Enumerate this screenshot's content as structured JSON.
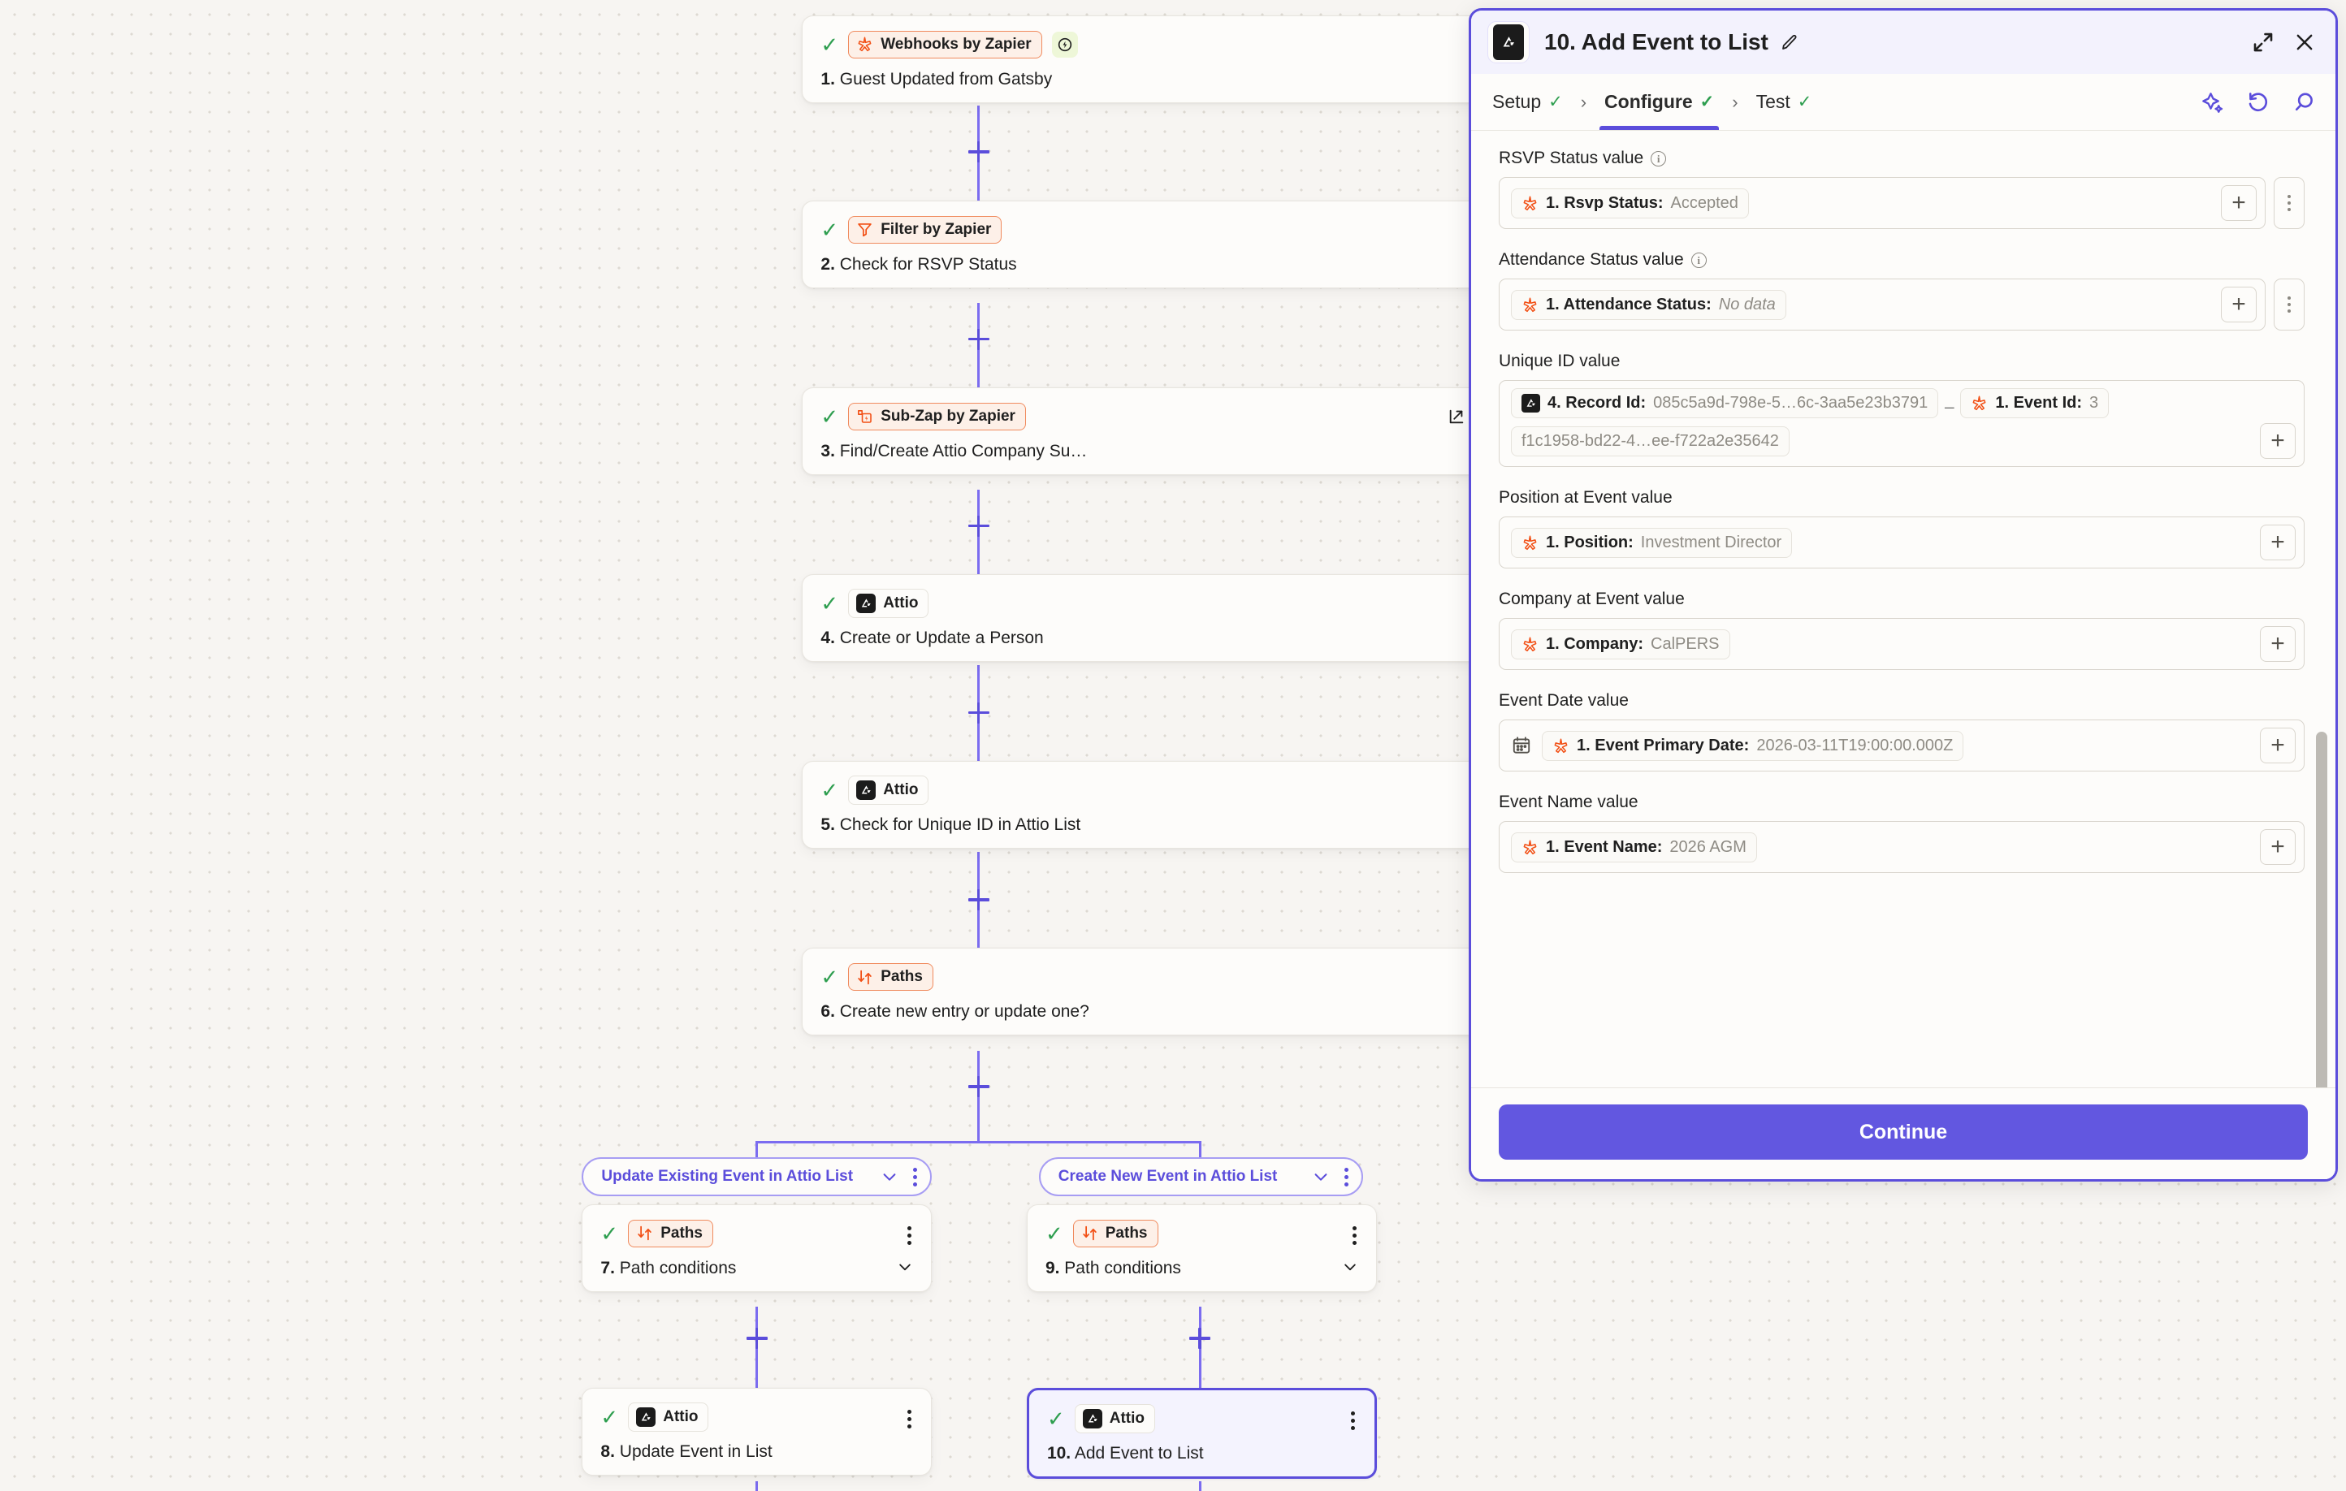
{
  "canvas": {
    "nodes": [
      {
        "id": "n1",
        "app": "Webhooks by Zapier",
        "app_kind": "zapier",
        "icon": "zapier-webhooks-icon",
        "step": "1.",
        "title": "Guest Updated from Gatsby",
        "trigger_badge": "bolt-icon",
        "has_chevron": false,
        "has_extlink": false,
        "selected": false
      },
      {
        "id": "n2",
        "app": "Filter by Zapier",
        "app_kind": "zapier",
        "icon": "filter-icon",
        "step": "2.",
        "title": "Check for RSVP Status",
        "has_chevron": true,
        "has_extlink": false,
        "selected": false
      },
      {
        "id": "n3",
        "app": "Sub-Zap by Zapier",
        "app_kind": "zapier",
        "icon": "subzap-icon",
        "step": "3.",
        "title": "Find/Create Attio Company Su…",
        "has_chevron": true,
        "has_extlink": true,
        "selected": false
      },
      {
        "id": "n4",
        "app": "Attio",
        "app_kind": "attio",
        "icon": "attio-icon",
        "step": "4.",
        "title": "Create or Update a Person",
        "has_chevron": false,
        "has_extlink": false,
        "selected": false
      },
      {
        "id": "n5",
        "app": "Attio",
        "app_kind": "attio",
        "icon": "attio-icon",
        "step": "5.",
        "title": "Check for Unique ID in Attio List",
        "has_chevron": false,
        "has_extlink": false,
        "selected": false
      },
      {
        "id": "n6",
        "app": "Paths",
        "app_kind": "zapier",
        "icon": "paths-icon",
        "step": "6.",
        "title": "Create new entry or update one?",
        "has_chevron": true,
        "has_extlink": false,
        "selected": false
      },
      {
        "id": "n7",
        "app": "Paths",
        "app_kind": "zapier",
        "icon": "paths-icon",
        "step": "7.",
        "title": "Path conditions",
        "has_chevron": true,
        "has_extlink": false,
        "selected": false
      },
      {
        "id": "n9",
        "app": "Paths",
        "app_kind": "zapier",
        "icon": "paths-icon",
        "step": "9.",
        "title": "Path conditions",
        "has_chevron": true,
        "has_extlink": false,
        "selected": false
      },
      {
        "id": "n8",
        "app": "Attio",
        "app_kind": "attio",
        "icon": "attio-icon",
        "step": "8.",
        "title": "Update Event in List",
        "has_chevron": false,
        "has_extlink": false,
        "selected": false
      },
      {
        "id": "n10",
        "app": "Attio",
        "app_kind": "attio",
        "icon": "attio-icon",
        "step": "10.",
        "title": "Add Event to List",
        "has_chevron": false,
        "has_extlink": false,
        "selected": true
      }
    ],
    "paths": [
      {
        "id": "pA",
        "label": "Update Existing Event in Attio List"
      },
      {
        "id": "pB",
        "label": "Create New Event in Attio List"
      }
    ]
  },
  "panel": {
    "logo_icon": "attio-icon",
    "title": "10. Add Event to List",
    "edit_icon": "pencil-icon",
    "expand_icon": "expand-icon",
    "close_icon": "close-icon",
    "tabs": [
      {
        "label": "Setup",
        "active": false,
        "check": true
      },
      {
        "label": "Configure",
        "active": true,
        "check": true
      },
      {
        "label": "Test",
        "active": false,
        "check": true
      }
    ],
    "tab_separator": "›",
    "tab_actions": [
      "ai-sparkle-icon",
      "undo-icon",
      "search-icon"
    ],
    "fields": [
      {
        "label": "RSVP Status value",
        "has_info": true,
        "has_dots": true,
        "has_calendar": false,
        "tokens": [
          {
            "icon": "zapier-webhooks-icon",
            "name": "1. Rsvp Status:",
            "value": "Accepted",
            "italic": false
          }
        ]
      },
      {
        "label": "Attendance Status value",
        "has_info": true,
        "has_dots": true,
        "has_calendar": false,
        "tokens": [
          {
            "icon": "zapier-webhooks-icon",
            "name": "1. Attendance Status:",
            "value": "No data",
            "italic": true
          }
        ]
      },
      {
        "label": "Unique ID value",
        "has_info": false,
        "has_dots": false,
        "has_calendar": false,
        "joiner": "_",
        "tokens": [
          {
            "icon": "attio-icon",
            "name": "4. Record Id:",
            "value": "085c5a9d-798e-5…6c-3aa5e23b3791",
            "italic": false
          },
          {
            "icon": "zapier-webhooks-icon",
            "name": "1. Event Id:",
            "value": "3",
            "italic": false
          },
          {
            "icon": "none",
            "name": "",
            "value": "f1c1958-bd22-4…ee-f722a2e35642",
            "italic": false
          }
        ]
      },
      {
        "label": "Position at Event value",
        "has_info": false,
        "has_dots": false,
        "has_calendar": false,
        "tokens": [
          {
            "icon": "zapier-webhooks-icon",
            "name": "1. Position:",
            "value": "Investment Director",
            "italic": false
          }
        ]
      },
      {
        "label": "Company at Event value",
        "has_info": false,
        "has_dots": false,
        "has_calendar": false,
        "tokens": [
          {
            "icon": "zapier-webhooks-icon",
            "name": "1. Company:",
            "value": "CalPERS",
            "italic": false
          }
        ]
      },
      {
        "label": "Event Date value",
        "has_info": false,
        "has_dots": false,
        "has_calendar": true,
        "tokens": [
          {
            "icon": "zapier-webhooks-icon",
            "name": "1. Event Primary Date:",
            "value": "2026-03-11T19:00:00.000Z",
            "italic": false
          }
        ]
      },
      {
        "label": "Event Name value",
        "has_info": false,
        "has_dots": false,
        "has_calendar": false,
        "tokens": [
          {
            "icon": "zapier-webhooks-icon",
            "name": "1. Event Name:",
            "value": "2026 AGM",
            "italic": false
          }
        ]
      }
    ],
    "continue_label": "Continue"
  },
  "colors": {
    "accent": "#5b4ddb",
    "accent_button": "#6257e0",
    "zapier_orange": "#f08a5d",
    "check_green": "#2e9e4f",
    "canvas_bg": "#f7f5f2",
    "card_bg": "#fdfcfa",
    "panel_head_bg": "#f3f2fd"
  }
}
